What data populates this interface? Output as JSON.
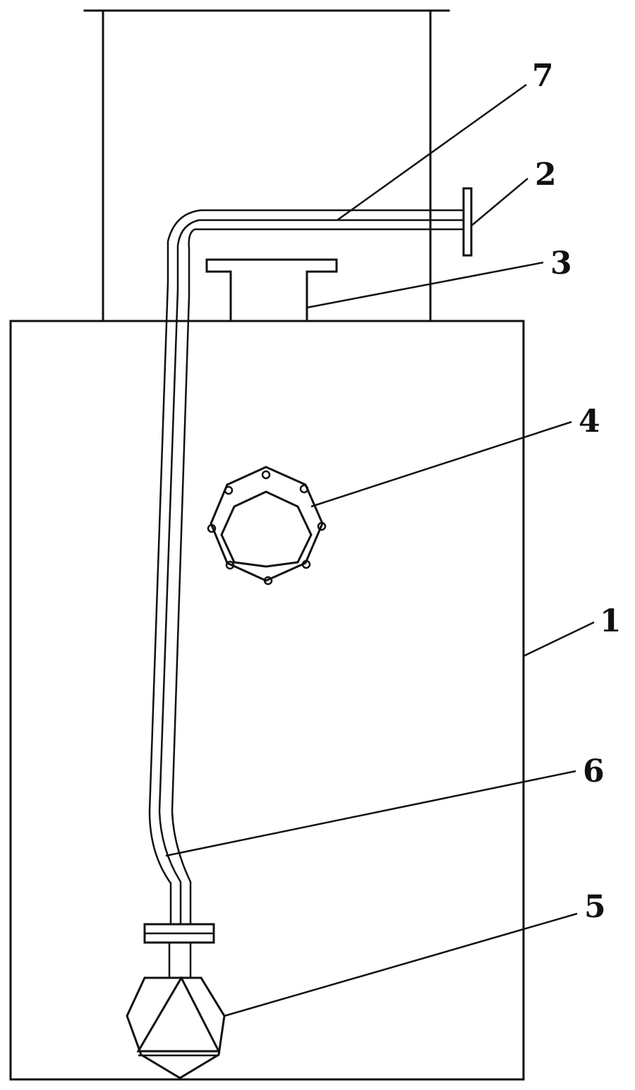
{
  "diagram": {
    "labels": {
      "tank": "1",
      "valve_handle": "2",
      "top_nozzle": "3",
      "side_flange": "4",
      "float_ball": "5",
      "vertical_pipe": "6",
      "horizontal_pipe": "7"
    },
    "colors": {
      "line": "#111111",
      "background": "#ffffff"
    }
  }
}
